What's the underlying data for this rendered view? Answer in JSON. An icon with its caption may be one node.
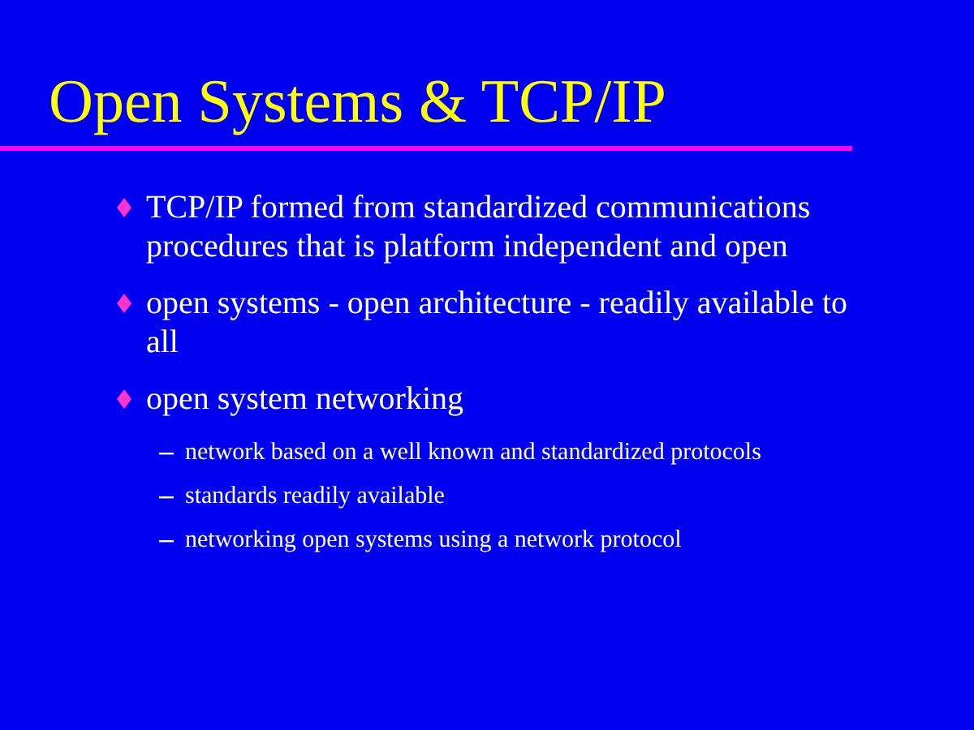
{
  "diagram": {
    "title": "Open Systems & TCP/IP",
    "labels": [
      "TCP/IP formed from standardized communications procedures that is platform independent and open",
      "open systems - open architecture - readily available to all",
      "open system networking",
      "network based on a well known and standardized protocols",
      "standards readily available",
      "networking open systems using a network protocol"
    ]
  }
}
